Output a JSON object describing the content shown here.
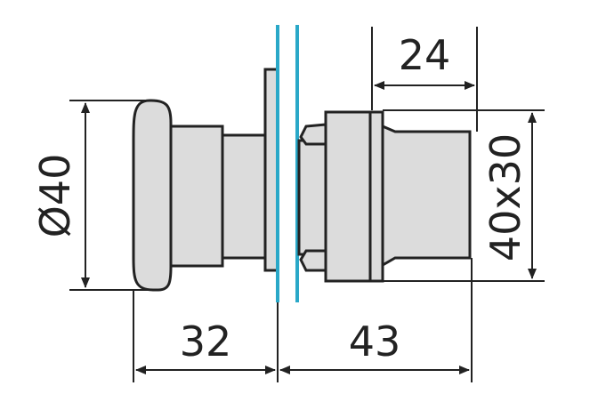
{
  "dimensions": {
    "head_diameter": "Ø40",
    "body_size": "40x30",
    "depth_top": "24",
    "front_length": "32",
    "rear_length": "43"
  },
  "colors": {
    "line": "#222222",
    "fill": "#dcdcdc",
    "panel_line": "#2aa8c8"
  }
}
